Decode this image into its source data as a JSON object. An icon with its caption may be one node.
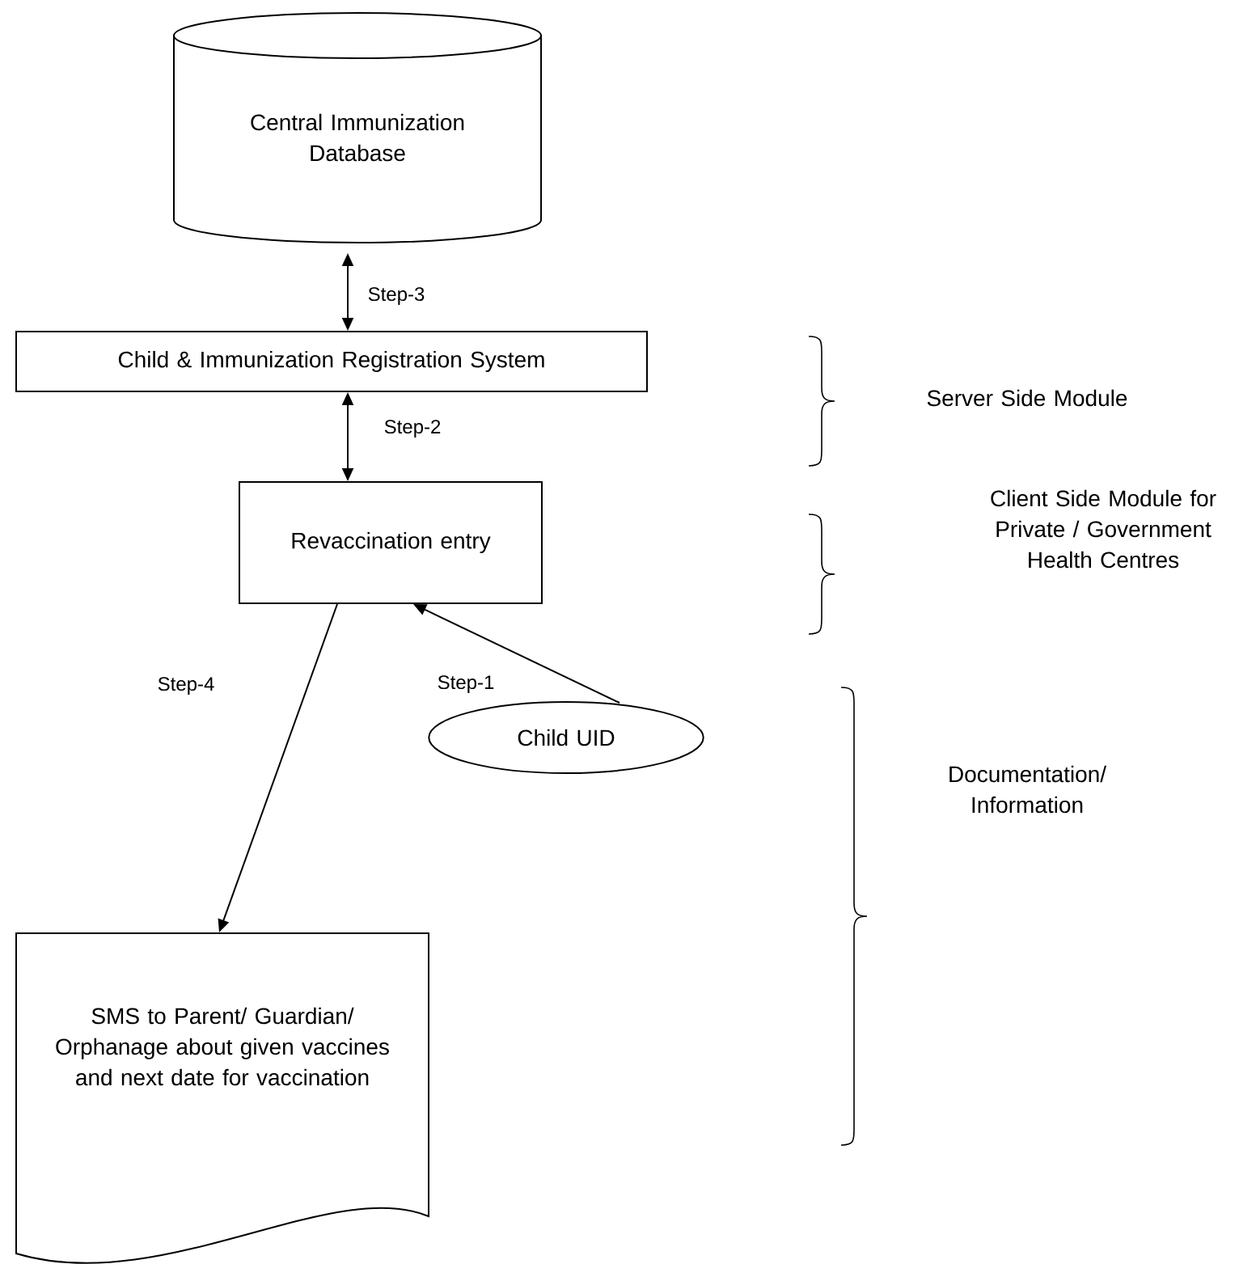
{
  "diagram": {
    "nodes": [
      {
        "text": [
          "Central Immunization Database"
        ]
      },
      {
        "text": [
          "Child & Immunization Registration System"
        ]
      },
      {
        "text": [
          "Revaccination entry"
        ]
      },
      {
        "text": [
          "Child UID"
        ]
      },
      {
        "text": [
          "SMS to Parent/ Guardian/ Orphanage about given vaccines and next date for vaccination"
        ]
      }
    ],
    "edges": [
      {
        "from": 0,
        "to": 1,
        "arrow": "both",
        "label": "Step-3"
      },
      {
        "from": 1,
        "to": 2,
        "arrow": "both",
        "label": "Step-2"
      },
      {
        "from": 3,
        "to": 2,
        "arrow": "to",
        "label": "Step-1"
      },
      {
        "from": 2,
        "to": 4,
        "arrow": "to",
        "label": "Step-4"
      }
    ],
    "labels": [
      "Server Side Module",
      "Client Side Module for Private / Government Health Centres",
      "Documentation/ Information"
    ]
  }
}
